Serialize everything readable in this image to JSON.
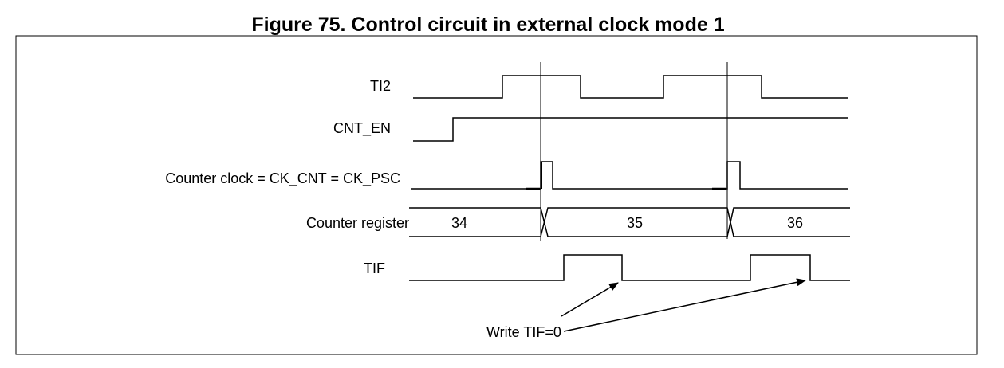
{
  "title": "Figure 75. Control circuit in external clock mode 1",
  "signals": {
    "ti2": "TI2",
    "cnt_en": "CNT_EN",
    "counter_clock": "Counter clock = CK_CNT = CK_PSC",
    "counter_register": "Counter register",
    "tif": "TIF"
  },
  "counter_values": [
    "34",
    "35",
    "36"
  ],
  "annotation": "Write TIF=0"
}
